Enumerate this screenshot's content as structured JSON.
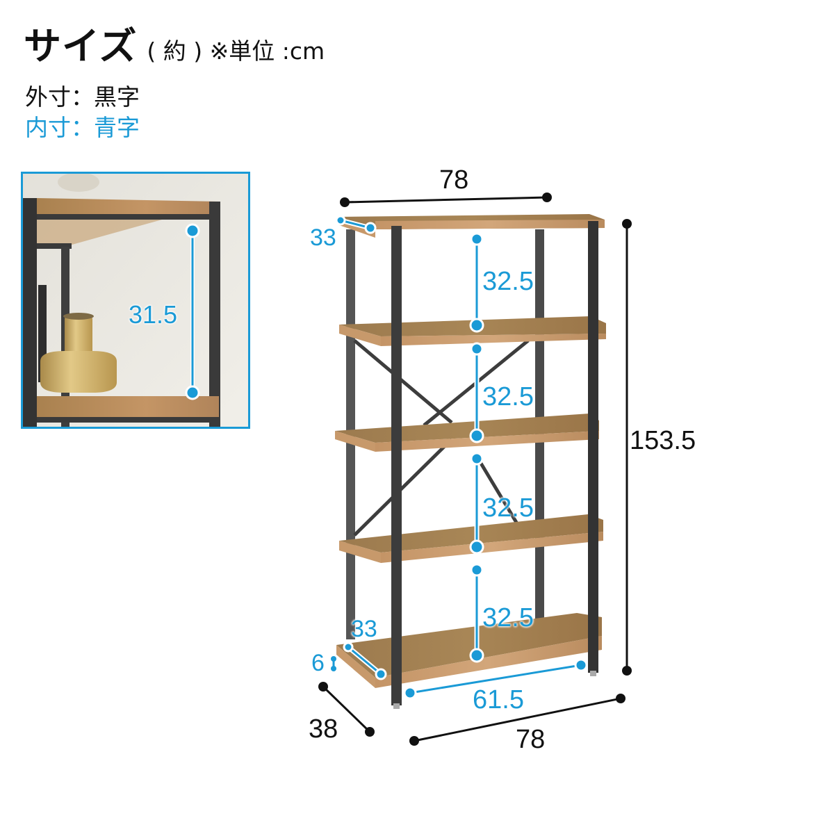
{
  "header": {
    "title": "サイズ",
    "subtitle": "( 約 ) ※単位 :cm"
  },
  "legend": {
    "outer": "外寸：黒字",
    "inner": "内寸：青字"
  },
  "colors": {
    "outer_dimension": "#111111",
    "inner_dimension": "#1a9ad6",
    "wood": "#b78a57",
    "frame": "#3a3a3a"
  },
  "inset": {
    "description": "Close-up of shelf interior",
    "inner_height": "31.5"
  },
  "dimensions": {
    "outer": {
      "top_width": "78",
      "bottom_width": "78",
      "height": "153.5",
      "depth": "38"
    },
    "inner": {
      "top_depth": "33",
      "shelf_gaps": [
        "32.5",
        "32.5",
        "32.5",
        "32.5"
      ],
      "bottom_depth": "33",
      "bottom_clearance": "6",
      "inner_width": "61.5"
    }
  }
}
